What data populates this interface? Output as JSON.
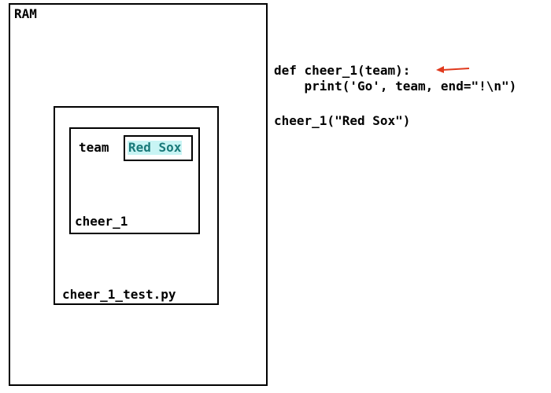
{
  "memory": {
    "ram_label": "RAM",
    "module_label": "cheer_1_test.py",
    "frame_label": "cheer_1",
    "variable": {
      "name": "team",
      "value": "Red Sox"
    }
  },
  "code": {
    "line1": "def cheer_1(team):",
    "line2": "    print('Go', team, end=\"!\\n\")",
    "line3": "cheer_1(\"Red Sox\")"
  },
  "colors": {
    "arrow": "#e03a1e",
    "value_highlight": "#c8f4f4",
    "value_text": "#1a7a7a"
  }
}
